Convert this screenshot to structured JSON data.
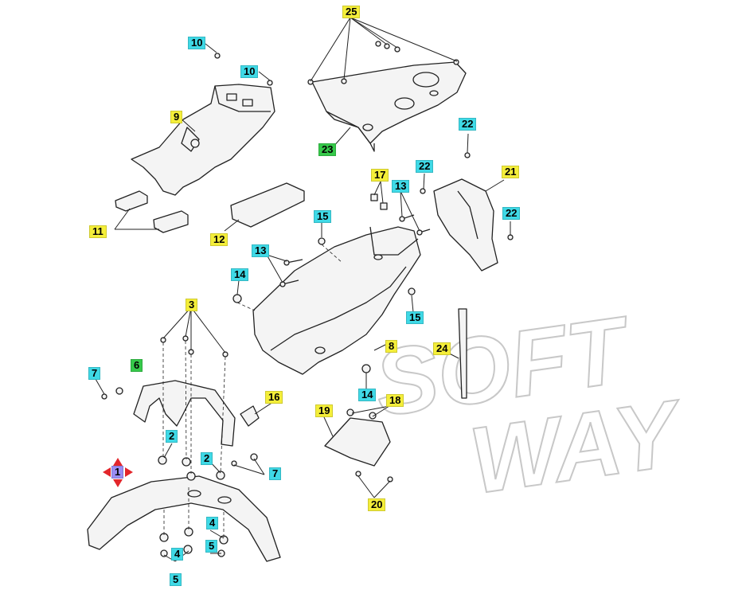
{
  "colors": {
    "yellow": "#f4ee3a",
    "cyan": "#3fd9e6",
    "green": "#36c94a",
    "purple": "#9a8df5",
    "marker": "#e3262b",
    "line": "#222222",
    "part_fill": "#f2f2f2",
    "watermark_stroke": "#c8c8c8"
  },
  "watermark": {
    "line1": "SOFT",
    "line2": "WAY"
  },
  "marker": {
    "icon": "selection-cross-icon"
  },
  "callouts": [
    {
      "id": "c25",
      "text": "25",
      "color": "yellow"
    },
    {
      "id": "c10a",
      "text": "10",
      "color": "cyan"
    },
    {
      "id": "c10b",
      "text": "10",
      "color": "cyan"
    },
    {
      "id": "c9",
      "text": "9",
      "color": "yellow"
    },
    {
      "id": "c23",
      "text": "23",
      "color": "green"
    },
    {
      "id": "c22a",
      "text": "22",
      "color": "cyan"
    },
    {
      "id": "c22b",
      "text": "22",
      "color": "cyan"
    },
    {
      "id": "c22c",
      "text": "22",
      "color": "cyan"
    },
    {
      "id": "c21",
      "text": "21",
      "color": "yellow"
    },
    {
      "id": "c17",
      "text": "17",
      "color": "yellow"
    },
    {
      "id": "c13a",
      "text": "13",
      "color": "cyan"
    },
    {
      "id": "c13b",
      "text": "13",
      "color": "cyan"
    },
    {
      "id": "c15a",
      "text": "15",
      "color": "cyan"
    },
    {
      "id": "c15b",
      "text": "15",
      "color": "cyan"
    },
    {
      "id": "c11",
      "text": "11",
      "color": "yellow"
    },
    {
      "id": "c12",
      "text": "12",
      "color": "yellow"
    },
    {
      "id": "c14a",
      "text": "14",
      "color": "cyan"
    },
    {
      "id": "c14b",
      "text": "14",
      "color": "cyan"
    },
    {
      "id": "c3",
      "text": "3",
      "color": "yellow"
    },
    {
      "id": "c8",
      "text": "8",
      "color": "yellow"
    },
    {
      "id": "c24",
      "text": "24",
      "color": "yellow"
    },
    {
      "id": "c7a",
      "text": "7",
      "color": "cyan"
    },
    {
      "id": "c7b",
      "text": "7",
      "color": "cyan"
    },
    {
      "id": "c6",
      "text": "6",
      "color": "green"
    },
    {
      "id": "c16",
      "text": "16",
      "color": "yellow"
    },
    {
      "id": "c18",
      "text": "18",
      "color": "yellow"
    },
    {
      "id": "c19",
      "text": "19",
      "color": "yellow"
    },
    {
      "id": "c2a",
      "text": "2",
      "color": "cyan"
    },
    {
      "id": "c2b",
      "text": "2",
      "color": "cyan"
    },
    {
      "id": "c1",
      "text": "1",
      "color": "purple"
    },
    {
      "id": "c20",
      "text": "20",
      "color": "yellow"
    },
    {
      "id": "c4a",
      "text": "4",
      "color": "cyan"
    },
    {
      "id": "c4b",
      "text": "4",
      "color": "cyan"
    },
    {
      "id": "c5a",
      "text": "5",
      "color": "cyan"
    },
    {
      "id": "c5b",
      "text": "5",
      "color": "cyan"
    }
  ]
}
